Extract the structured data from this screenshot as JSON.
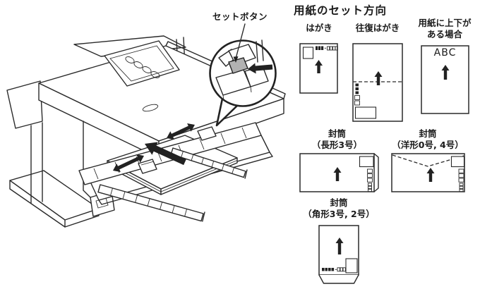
{
  "callout": {
    "label": "セットボタン"
  },
  "paper_orientation": {
    "heading": "用紙のセット方向",
    "hagaki": {
      "label": "はがき"
    },
    "ofuku_hagaki": {
      "label": "往復はがき"
    },
    "paper_with_updown": {
      "label_line1": "用紙に上下が",
      "label_line2": "ある場合",
      "sample_text": "ABC"
    },
    "env_nagagata": {
      "label_line1": "封筒",
      "label_line2": "（長形3号）"
    },
    "env_yougata": {
      "label_line1": "封筒",
      "label_line2": "（洋形0号, 4号）"
    },
    "env_kakugata": {
      "label_line1": "封筒",
      "label_line2": "（角形3号, 2号）"
    }
  },
  "colors": {
    "line": "#2a2a2a",
    "button_fill": "#b2b2b2",
    "background": "#ffffff",
    "text": "#1a1a1a"
  }
}
